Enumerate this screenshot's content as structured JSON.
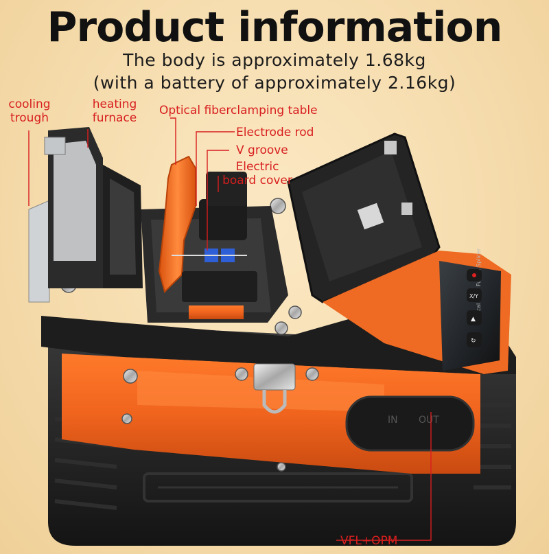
{
  "header": {
    "title": "Product information",
    "weight_line1": "The body is approximately 1.68kg",
    "weight_line2": "(with a battery of approximately 2.16kg)"
  },
  "labels": {
    "cooling_line1": "cooling",
    "cooling_line2": "trough",
    "heating_line1": "heating",
    "heating_line2": "furnace",
    "clamp_table": "Optical fiberclamping table",
    "electrode_rod": "Electrode rod",
    "v_groove": "V groove",
    "board_cover_line1": "Electric",
    "board_cover_line2": "board cover",
    "vfl_opm": "VFL+OPM"
  },
  "device_markings": {
    "port_in": "IN",
    "port_out": "OUT",
    "screen_text": "Optical Fiber Fusion Splicer",
    "key_xy": "X/Y"
  },
  "colors": {
    "label_red": "#d81e1e",
    "body_orange": "#f0641e",
    "body_black": "#1f1f1f",
    "background": "#f5dbab"
  }
}
